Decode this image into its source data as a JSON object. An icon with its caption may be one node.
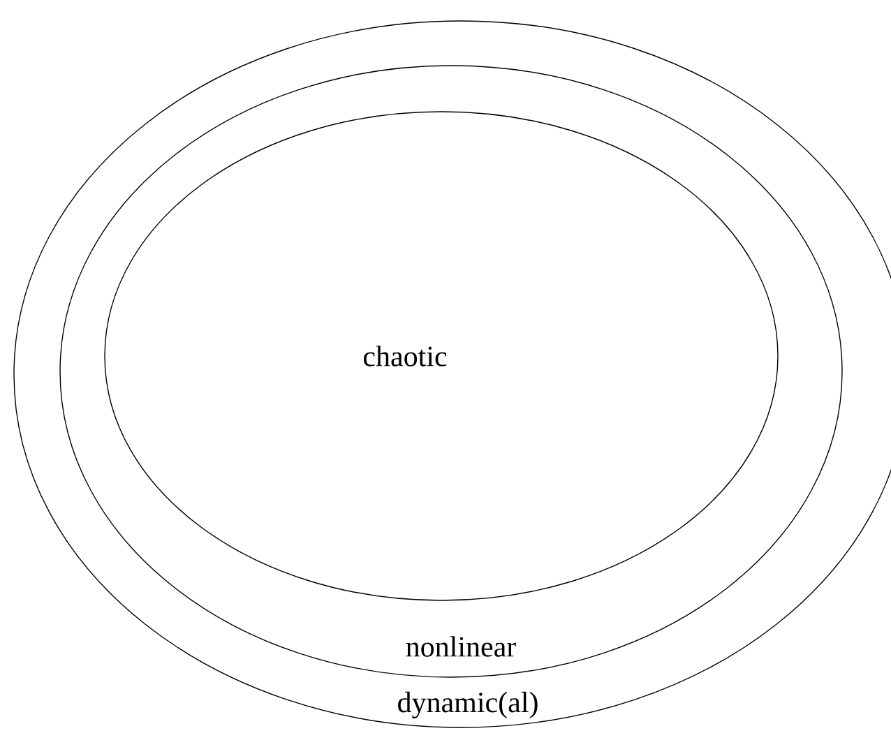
{
  "diagram": {
    "nodes": [
      {
        "text": [
          "dynamic(al)"
        ]
      },
      {
        "text": [
          "nonlinear"
        ],
        "in": 0
      },
      {
        "text": [
          "chaotic"
        ],
        "in": 1
      }
    ]
  }
}
